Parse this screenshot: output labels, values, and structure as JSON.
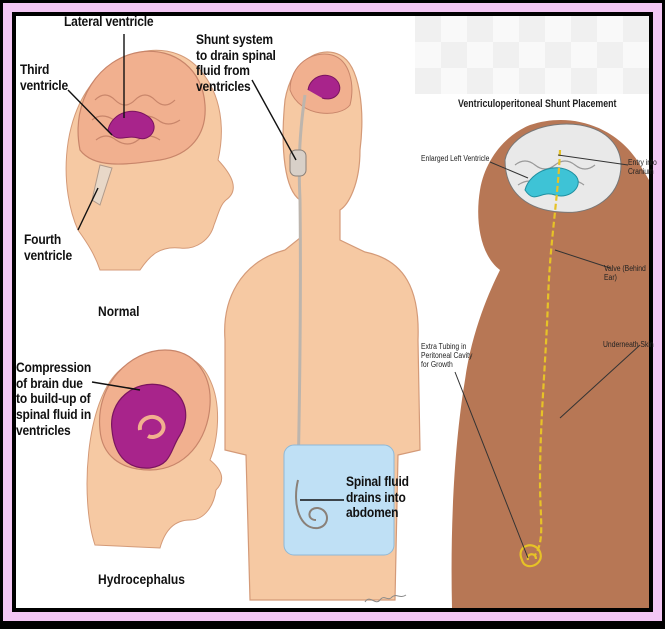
{
  "colors": {
    "outer_border": "#000000",
    "inner_border": "#f3c6f4",
    "background": "#ffffff",
    "skin_light": "#f6c9a3",
    "skin_dark": "#b77755",
    "brain": "#f1b08f",
    "ventricle": "#a8248b",
    "shunt_tube": "#e6c227",
    "fluid_pouch": "#bfe0f5"
  },
  "left_panel": {
    "lateral_ventricle": "Lateral ventricle",
    "third_ventricle": "Third\nventricle",
    "fourth_ventricle": "Fourth\nventricle",
    "normal_caption": "Normal",
    "compression": "Compression\nof brain due\nto build-up of\nspinal fluid in\nventricles",
    "hydro_caption": "Hydrocephalus"
  },
  "middle_panel": {
    "shunt_system": "Shunt system\nto drain spinal\nfluid from\nventricles",
    "spinal_fluid": "Spinal fluid\ndrains into\nabdomen"
  },
  "right_panel": {
    "title": "Ventriculoperitoneal Shunt Placement",
    "enlarged": "Enlarged Left Ventricle",
    "entry": "Entry into\nCranium",
    "valve": "Valve (Behind Ear)",
    "extra_tubing": "Extra Tubing in\nPeritoneal Cavity\nfor Growth",
    "underneath": "Underneath Skin"
  }
}
